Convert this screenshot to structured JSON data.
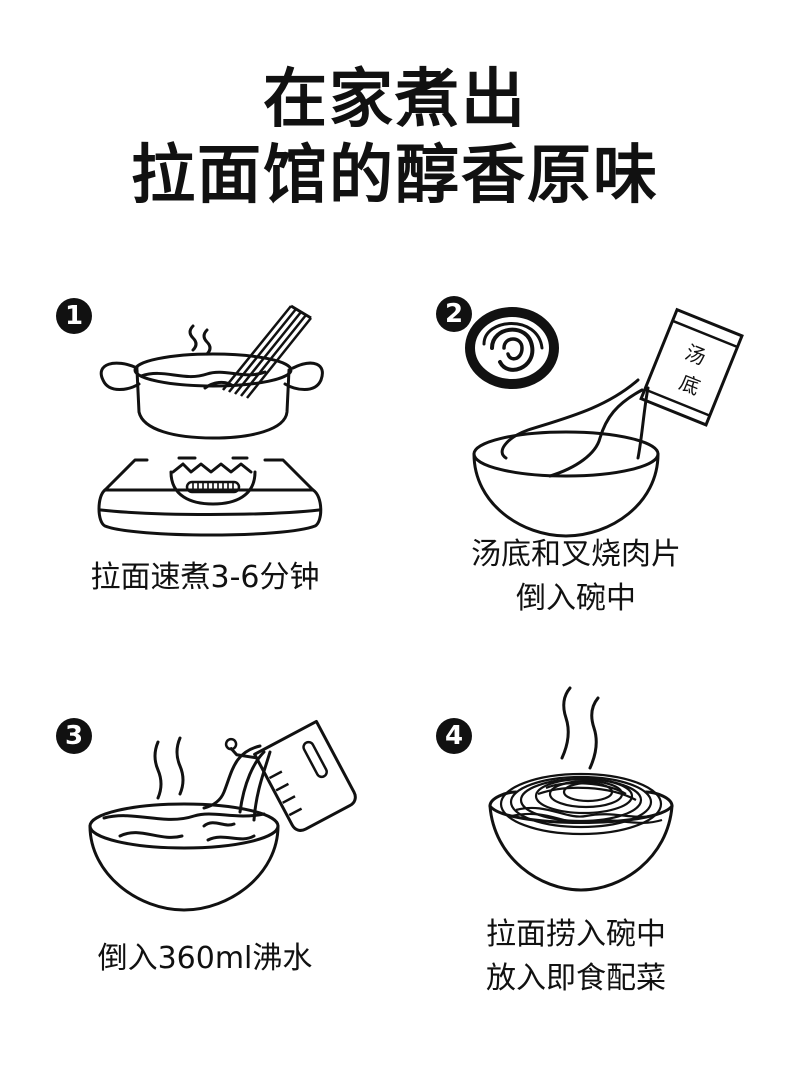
{
  "title": {
    "line1": "在家煮出",
    "line2": "拉面馆的醇香原味"
  },
  "steps": [
    {
      "number": "1",
      "icon": "pot-on-stove-icon",
      "caption_lines": [
        "拉面速煮3-6分钟"
      ]
    },
    {
      "number": "2",
      "icon": "soup-packet-pour-icon",
      "packet_label": "汤底",
      "caption_lines": [
        "汤底和叉烧肉片",
        "倒入碗中"
      ]
    },
    {
      "number": "3",
      "icon": "kettle-pour-water-icon",
      "caption_lines": [
        "倒入360ml沸水"
      ]
    },
    {
      "number": "4",
      "icon": "noodle-bowl-icon",
      "caption_lines": [
        "拉面捞入碗中",
        "放入即食配菜"
      ]
    }
  ],
  "colors": {
    "ink": "#111111",
    "background": "#ffffff"
  }
}
